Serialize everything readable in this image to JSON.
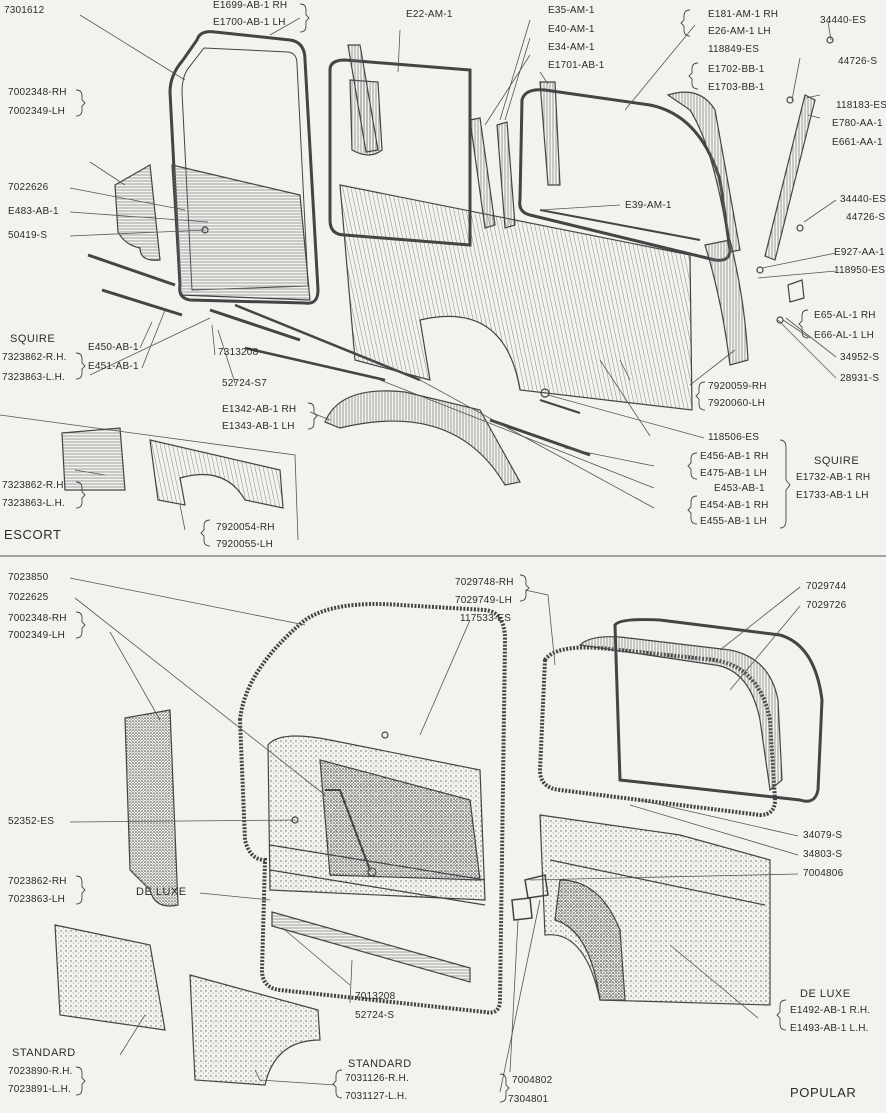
{
  "sections": {
    "squire_top": "SQUIRE",
    "escort": "ESCORT",
    "squire_right": "SQUIRE",
    "de_luxe_left": "DE LUXE",
    "de_luxe_right": "DE LUXE",
    "standard_left": "STANDARD",
    "standard_mid": "STANDARD",
    "popular": "POPULAR"
  },
  "top_labels": {
    "p7301612": "7301612",
    "e1699": "E1699-AB-1 RH",
    "e1700": "E1700-AB-1 LH",
    "e22": "E22-AM-1",
    "e35": "E35-AM-1",
    "e40": "E40-AM-1",
    "e34": "E34-AM-1",
    "e1701": "E1701-AB-1",
    "e181": "E181-AM-1 RH",
    "e26": "E26-AM-1 LH",
    "p34440es_a": "34440-ES",
    "p118849": "118849-ES",
    "p44726_a": "44726-S",
    "e1702": "E1702-BB-1",
    "e1703": "E1703-BB-1",
    "p118183": "118183-ES",
    "e780": "E780-AA-1",
    "e661": "E661-AA-1",
    "p7002348": "7002348-RH",
    "p7002349": "7002349-LH",
    "p7022626": "7022626",
    "e483": "E483-AB-1",
    "p50419": "50419-S",
    "e39": "E39-AM-1",
    "p34440es_b": "34440-ES",
    "p44726_b": "44726-S",
    "e927": "E927-AA-1",
    "p118950": "118950-ES",
    "e65": "E65-AL-1 RH",
    "e66": "E66-AL-1 LH",
    "p34952": "34952-S",
    "p28931": "28931-S",
    "p7323862": "7323862-R.H.",
    "p7323863": "7323863-L.H.",
    "e450": "E450-AB-1",
    "e451": "E451-AB-1",
    "p7313208": "7313208",
    "p52724s7": "52724-S7",
    "p7920059": "7920059-RH",
    "p7920060": "7920060-LH",
    "e1342": "E1342-AB-1 RH",
    "e1343": "E1343-AB-1 LH",
    "p118506": "118506-ES",
    "e456": "E456-AB-1 RH",
    "e475": "E475-AB-1 LH",
    "e1732": "E1732-AB-1 RH",
    "e1733": "E1733-AB-1 LH",
    "e453": "E453-AB-1",
    "e454": "E454-AB-1 RH",
    "e455": "E455-AB-1 LH",
    "esc7323862": "7323862-R.H.",
    "esc7323863": "7323863-L.H.",
    "p7920054": "7920054-RH",
    "p7920055": "7920055-LH"
  },
  "bottom_labels": {
    "p7023850": "7023850",
    "p7022625": "7022625",
    "p7002348": "7002348-RH",
    "p7002349": "7002349-LH",
    "p7029748": "7029748-RH",
    "p7029749": "7029749-LH",
    "p117533": "117533-ES",
    "p7029744": "7029744",
    "p7029726": "7029726",
    "p52352": "52352-ES",
    "p7023862": "7023862-RH",
    "p7023863": "7023863-LH",
    "p34079": "34079-S",
    "p34803": "34803-S",
    "p7004806": "7004806",
    "e1492": "E1492-AB-1  R.H.",
    "e1493": "E1493-AB-1  L.H.",
    "p7013208": "7013208",
    "p52724s": "52724-S",
    "p7023890": "7023890-R.H.",
    "p7023891": "7023891-L.H.",
    "p7031126": "7031126-R.H.",
    "p7031127": "7031127-L.H.",
    "p7004802": "7004802",
    "p7304801": "7304801"
  }
}
